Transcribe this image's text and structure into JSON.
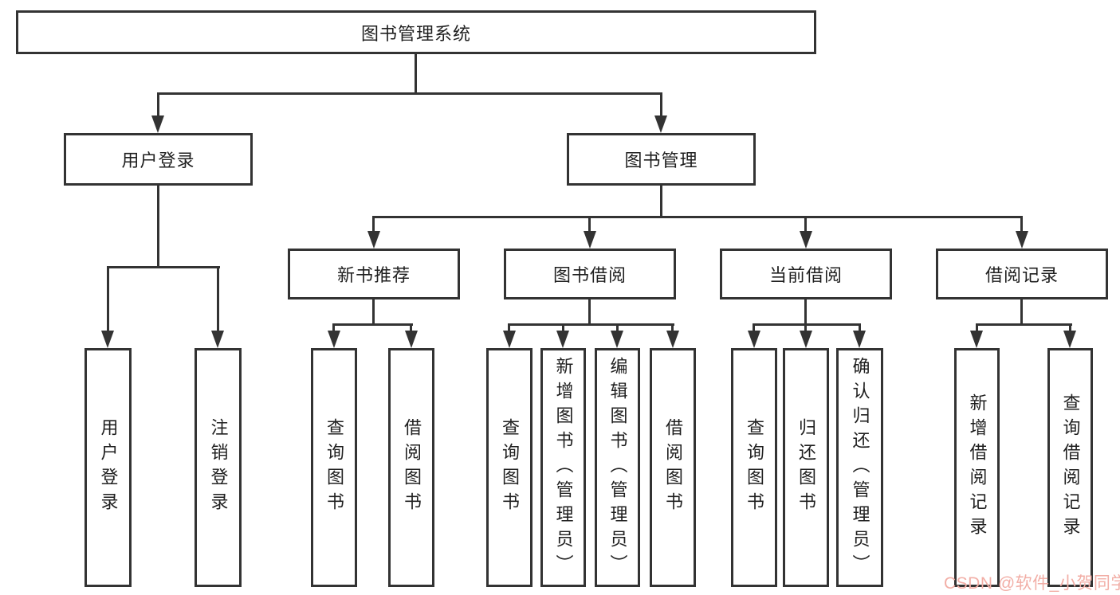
{
  "tree": {
    "root": {
      "label": "图书管理系统"
    },
    "level2": [
      {
        "label": "用户登录",
        "children": [
          {
            "label": "用户登录"
          },
          {
            "label": "注销登录"
          }
        ]
      },
      {
        "label": "图书管理",
        "children": [
          {
            "label": "新书推荐",
            "children": [
              {
                "label": "查询图书"
              },
              {
                "label": "借阅图书"
              }
            ]
          },
          {
            "label": "图书借阅",
            "children": [
              {
                "label": "查询图书"
              },
              {
                "label": "新增图书（管理员）"
              },
              {
                "label": "编辑图书（管理员）"
              },
              {
                "label": "借阅图书"
              }
            ]
          },
          {
            "label": "当前借阅",
            "children": [
              {
                "label": "查询图书"
              },
              {
                "label": "归还图书"
              },
              {
                "label": "确认归还（管理员）"
              }
            ]
          },
          {
            "label": "借阅记录",
            "children": [
              {
                "label": "新增借阅记录"
              },
              {
                "label": "查询借阅记录"
              }
            ]
          }
        ]
      }
    ]
  },
  "watermark": {
    "text": "CSDN @软件_小贺同学"
  },
  "colors": {
    "line": "#333333",
    "text": "#1f1f1f",
    "background": "#ffffff",
    "watermark": "#f2aea6"
  }
}
